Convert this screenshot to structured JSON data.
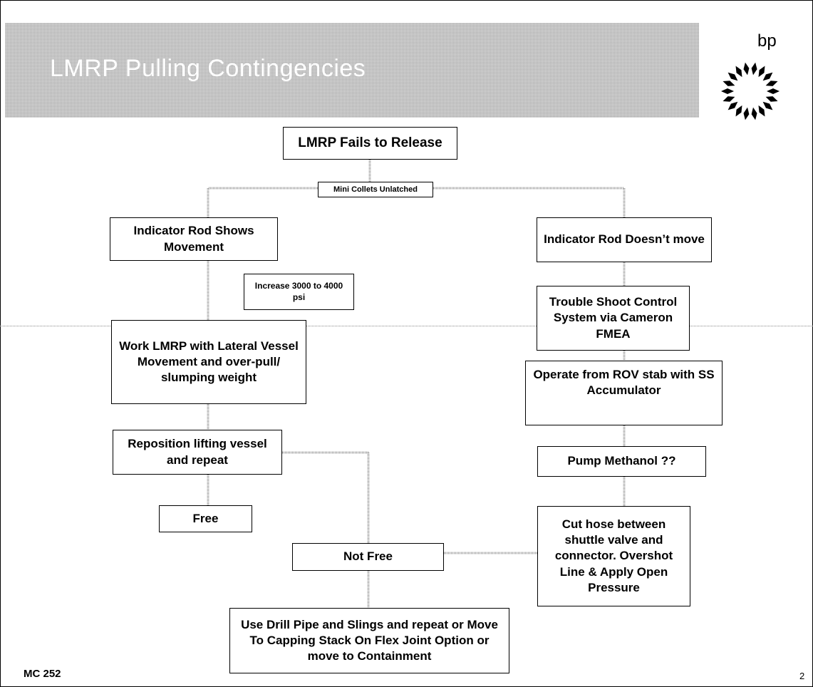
{
  "slide": {
    "title": "LMRP Pulling Contingencies",
    "logo_text": "bp",
    "footer": "MC 252",
    "page_number": "2"
  },
  "flowchart": {
    "fails": "LMRP Fails to Release",
    "mini_collets": "Mini Collets Unlatched",
    "indicator_moves": "Indicator Rod Shows Movement",
    "indicator_no_move": "Indicator Rod Doesn’t move",
    "increase_psi": "Increase 3000 to 4000 psi",
    "work_lmrp": "Work LMRP with Lateral Vessel Movement and over-pull/ slumping weight",
    "reposition": "Reposition lifting vessel and repeat",
    "free": "Free",
    "not_free": "Not Free",
    "drill_pipe": "Use Drill Pipe and Slings and repeat or Move To Capping Stack On Flex Joint Option or move to Containment",
    "trouble_shoot": "Trouble Shoot Control System via Cameron FMEA",
    "operate_rov": "Operate from ROV stab with SS Accumulator",
    "pump_methanol": "Pump Methanol ??",
    "cut_hose": "Cut hose between shuttle valve and connector.  Overshot Line & Apply Open Pressure"
  },
  "colors": {
    "title_band": "#a9a9a9",
    "connector": "#9a9a9a"
  }
}
